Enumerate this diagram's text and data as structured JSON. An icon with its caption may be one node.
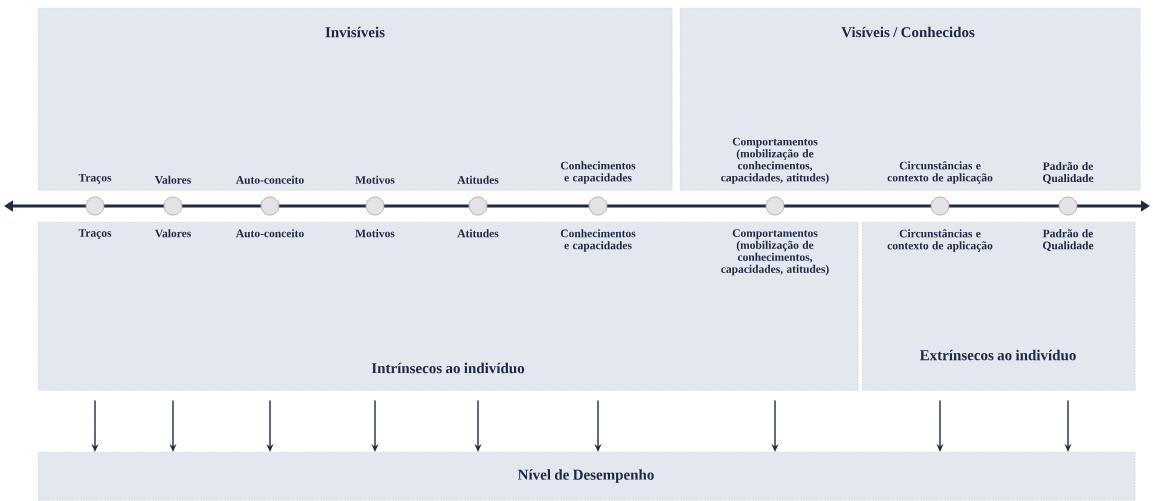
{
  "diagram": {
    "nodes": [
      {
        "text": [
          "Invisíveis"
        ]
      },
      {
        "text": [
          "Traços"
        ],
        "in": 0
      },
      {
        "text": [
          "Valores"
        ],
        "in": 0
      },
      {
        "text": [
          "Auto-conceito"
        ],
        "in": 0
      },
      {
        "text": [
          "Motivos"
        ],
        "in": 0
      },
      {
        "text": [
          "Atitudes"
        ],
        "in": 0
      },
      {
        "text": [
          "Conhecimentos e capacidades"
        ],
        "in": 0
      },
      {
        "text": [
          "Visíveis / Conhecidos"
        ]
      },
      {
        "text": [
          "Comportamentos (mobilização de conhecimentos, capacidades, atitudes)"
        ],
        "in": 7
      },
      {
        "text": [
          "Circunstâncias e contexto de aplicação"
        ],
        "in": 7
      },
      {
        "text": [
          "Padrão de Qualidade"
        ],
        "in": 7
      },
      {
        "text": [],
        "shape": "circle"
      },
      {
        "text": [],
        "shape": "circle"
      },
      {
        "text": [],
        "shape": "circle"
      },
      {
        "text": [],
        "shape": "circle"
      },
      {
        "text": [],
        "shape": "circle"
      },
      {
        "text": [],
        "shape": "circle"
      },
      {
        "text": [],
        "shape": "circle"
      },
      {
        "text": [],
        "shape": "circle"
      },
      {
        "text": [],
        "shape": "circle"
      },
      {
        "text": [
          "Intrínsecos ao indivíduo"
        ]
      },
      {
        "text": [
          "Traços"
        ],
        "in": 20
      },
      {
        "text": [
          "Valores"
        ],
        "in": 20
      },
      {
        "text": [
          "Auto-conceito"
        ],
        "in": 20
      },
      {
        "text": [
          "Motivos"
        ],
        "in": 20
      },
      {
        "text": [
          "Atitudes"
        ],
        "in": 20
      },
      {
        "text": [
          "Conhecimentos e capacidades"
        ],
        "in": 20
      },
      {
        "text": [
          "Comportamentos (mobilização de conhecimentos, capacidades, atitudes)"
        ],
        "in": 20
      },
      {
        "text": [
          "Extrínsecos ao indivíduo"
        ]
      },
      {
        "text": [
          "Circunstâncias e contexto de aplicação"
        ],
        "in": 28
      },
      {
        "text": [
          "Padrão de Qualidade"
        ],
        "in": 28
      },
      {
        "text": [
          "Nível de Desempenho"
        ]
      }
    ],
    "edges": [
      {
        "from": 20,
        "to": 31,
        "arrow": "to"
      },
      {
        "from": 20,
        "to": 31,
        "arrow": "to"
      },
      {
        "from": 20,
        "to": 31,
        "arrow": "to"
      },
      {
        "from": 20,
        "to": 31,
        "arrow": "to"
      },
      {
        "from": 20,
        "to": 31,
        "arrow": "to"
      },
      {
        "from": 20,
        "to": 31,
        "arrow": "to"
      },
      {
        "from": 20,
        "to": 31,
        "arrow": "to"
      },
      {
        "from": 28,
        "to": 31,
        "arrow": "to"
      },
      {
        "from": 28,
        "to": 31,
        "arrow": "to"
      }
    ]
  }
}
